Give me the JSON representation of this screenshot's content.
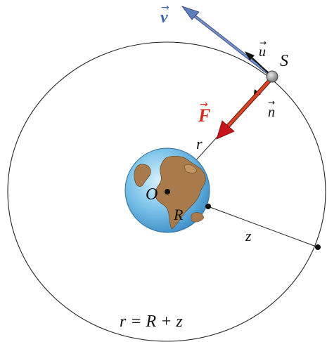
{
  "labels": {
    "velocity": "v",
    "unit_tangent": "u",
    "satellite": "S",
    "force": "F",
    "unit_normal": "n",
    "radius_r": "r",
    "center": "O",
    "earth_radius": "R",
    "altitude": "z",
    "equation": "r = R + z"
  },
  "colors": {
    "orbit_line": "#222222",
    "velocity_arrow": "#5a7fb8",
    "force_arrow": "#d11a1a",
    "force_label": "#d62a1e",
    "velocity_label": "#3f63a8",
    "satellite_fill": "#9a9a9a",
    "earth_ocean": "#6bb8e6",
    "earth_land": "#a87a4c",
    "text": "#111111"
  },
  "icons": {
    "satellite": "satellite-dot",
    "earth": "earth-globe"
  }
}
